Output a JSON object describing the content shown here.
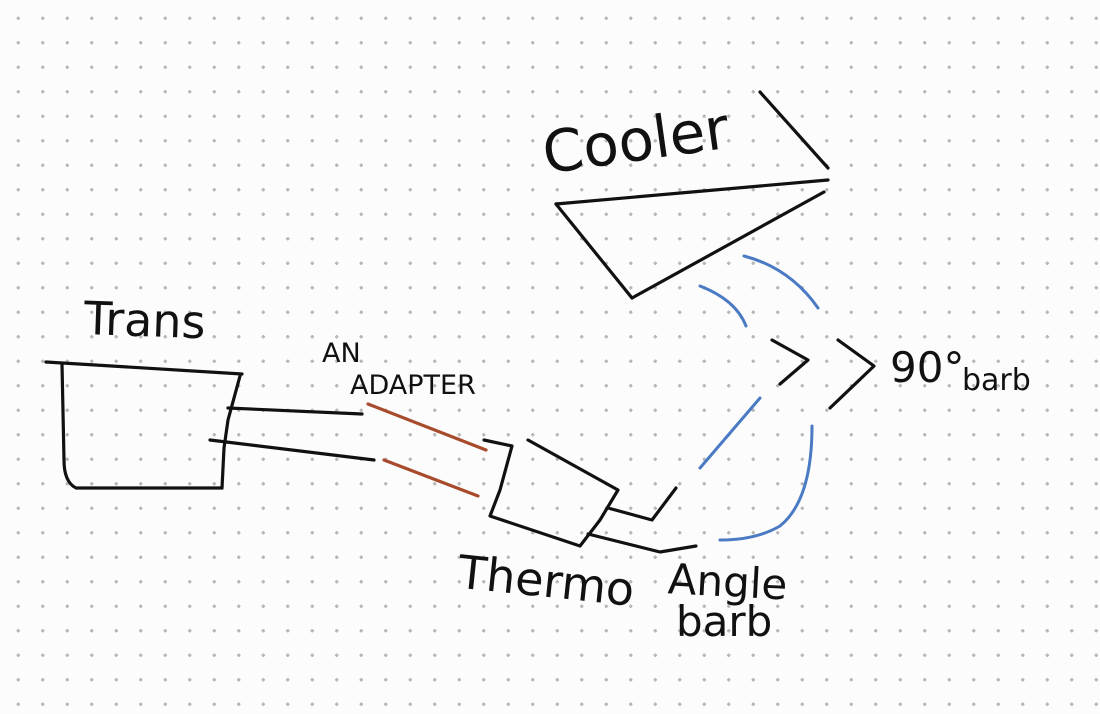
{
  "labels": {
    "cooler": "Cooler",
    "trans": "Trans",
    "an": "AN",
    "adapter": "ADAPTER",
    "ninety": "90°",
    "barb": "barb",
    "thermo": "Thermo",
    "angle": "Angle",
    "angle_barb": "barb"
  },
  "colors": {
    "ink": "#111111",
    "an_adapter_line": "#a84a2c",
    "cooler_line": "#4a7ac4",
    "dot_grid": "#b9b9b9"
  }
}
